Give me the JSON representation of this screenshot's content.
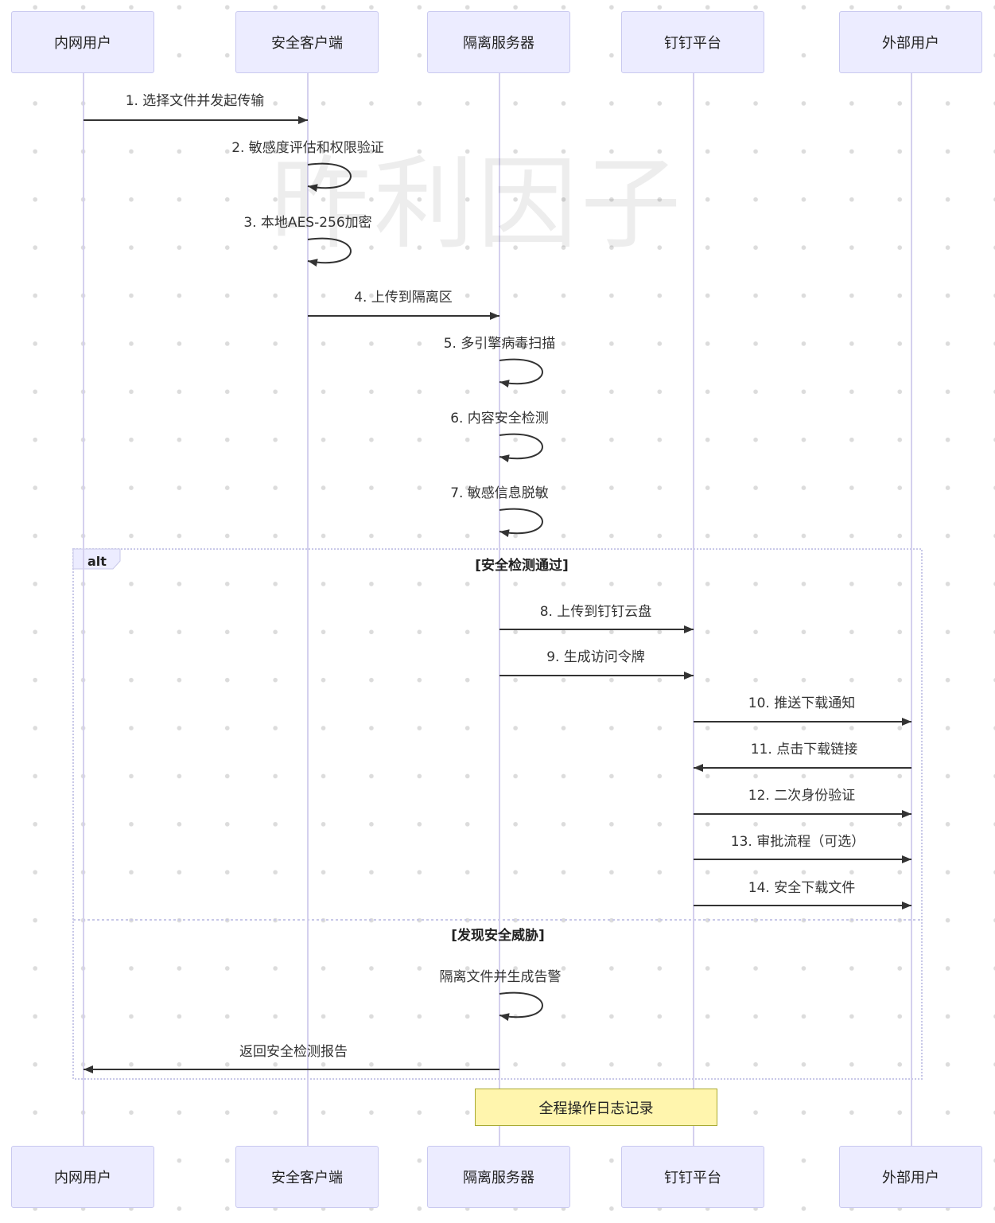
{
  "watermark": "昨利因子",
  "actors": [
    {
      "id": "intranet_user",
      "label": "内网用户"
    },
    {
      "id": "secure_client",
      "label": "安全客户端"
    },
    {
      "id": "isolation_server",
      "label": "隔离服务器"
    },
    {
      "id": "dingtalk",
      "label": "钉钉平台"
    },
    {
      "id": "external_user",
      "label": "外部用户"
    }
  ],
  "messages": [
    {
      "text": "1. 选择文件并发起传输",
      "from": 0,
      "to": 1
    },
    {
      "text": "2. 敏感度评估和权限验证",
      "from": 1,
      "to": 1
    },
    {
      "text": "3. 本地AES-256加密",
      "from": 1,
      "to": 1
    },
    {
      "text": "4. 上传到隔离区",
      "from": 1,
      "to": 2
    },
    {
      "text": "5. 多引擎病毒扫描",
      "from": 2,
      "to": 2
    },
    {
      "text": "6. 内容安全检测",
      "from": 2,
      "to": 2
    },
    {
      "text": "7. 敏感信息脱敏",
      "from": 2,
      "to": 2
    },
    {
      "text": "8. 上传到钉钉云盘",
      "from": 2,
      "to": 3
    },
    {
      "text": "9. 生成访问令牌",
      "from": 2,
      "to": 3
    },
    {
      "text": "10. 推送下载通知",
      "from": 3,
      "to": 4
    },
    {
      "text": "11. 点击下载链接",
      "from": 4,
      "to": 3
    },
    {
      "text": "12. 二次身份验证",
      "from": 3,
      "to": 4
    },
    {
      "text": "13. 审批流程（可选）",
      "from": 3,
      "to": 4
    },
    {
      "text": "14. 安全下载文件",
      "from": 3,
      "to": 4
    },
    {
      "text": "隔离文件并生成告警",
      "from": 2,
      "to": 2
    },
    {
      "text": "返回安全检测报告",
      "from": 2,
      "to": 0
    }
  ],
  "alt": {
    "label": "alt",
    "sections": [
      "[安全检测通过]",
      "[发现安全威胁]"
    ]
  },
  "note": "全程操作日志记录",
  "colors": {
    "actor_fill": "#ECECFF",
    "actor_border": "#c9c9f0",
    "lifeline": "#d4d0ee",
    "arrow": "#333333",
    "note_fill": "#FFF5AD",
    "note_border": "#aaaa33"
  }
}
